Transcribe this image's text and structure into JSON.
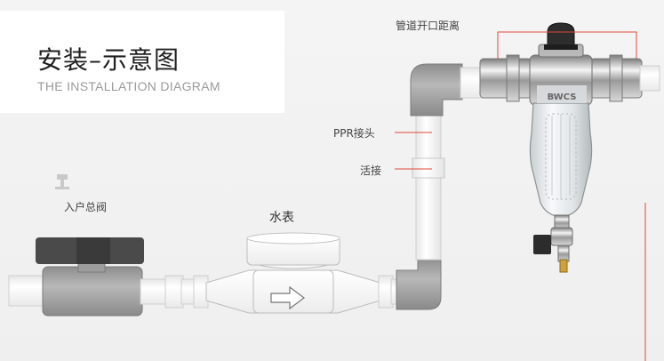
{
  "title": {
    "main": "安装–示意图",
    "sub": "THE INSTALLATION DIAGRAM"
  },
  "labels": {
    "pipe_spacing": "管道开口距离",
    "ppr_joint": "PPR接头",
    "union": "活接",
    "main_valve": "入户总阀",
    "water_meter": "水表"
  },
  "filter_brand_text": "BWCS",
  "colors": {
    "guide_line": "#e0483b",
    "pipe_white": "#fbfbfb",
    "pipe_gray": "#a9a9a9",
    "valve_handle": "#4a4a4a"
  }
}
